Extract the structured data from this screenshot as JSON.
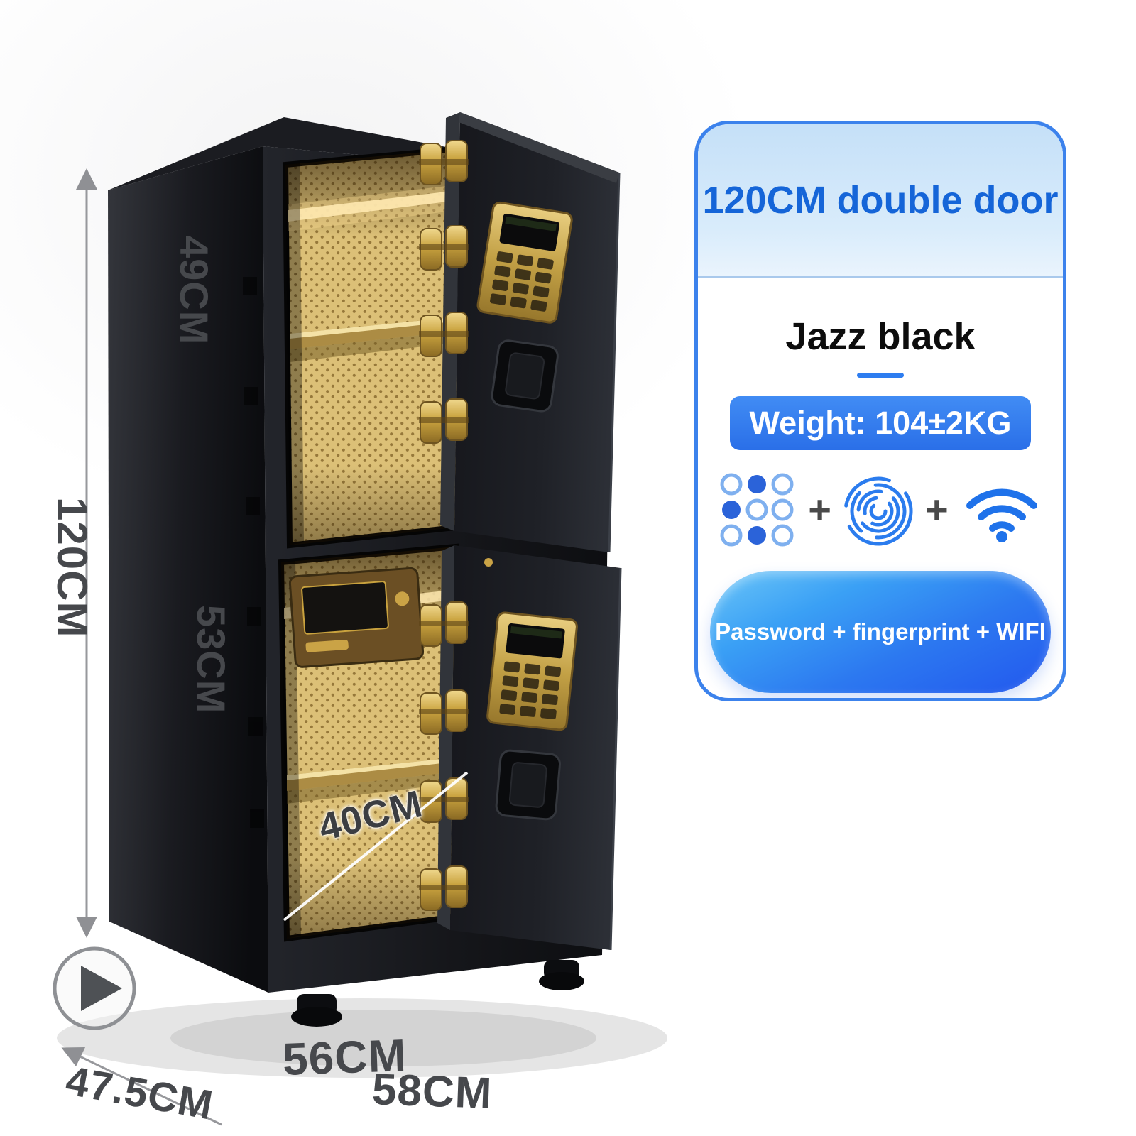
{
  "scene": {
    "background": "#ffffff",
    "product": "double-door electronic safe box"
  },
  "dimensions": {
    "upper_compartment_height": "49CM",
    "total_height": "120CM",
    "lower_compartment_height": "53CM",
    "inner_depth": "40CM",
    "inner_width": "56CM",
    "base_depth": "47.5CM",
    "base_width": "58CM"
  },
  "info_panel": {
    "title": "120CM double door",
    "color_name": "Jazz black",
    "weight_label": "Weight: 104±2KG",
    "features_label": "Password + fingerprint + WIFI",
    "plus": "+",
    "accent_color": "#2e7df0",
    "gold_color": "#c9a23e",
    "icons": [
      "keypad-icon",
      "fingerprint-icon",
      "wifi-icon"
    ]
  }
}
